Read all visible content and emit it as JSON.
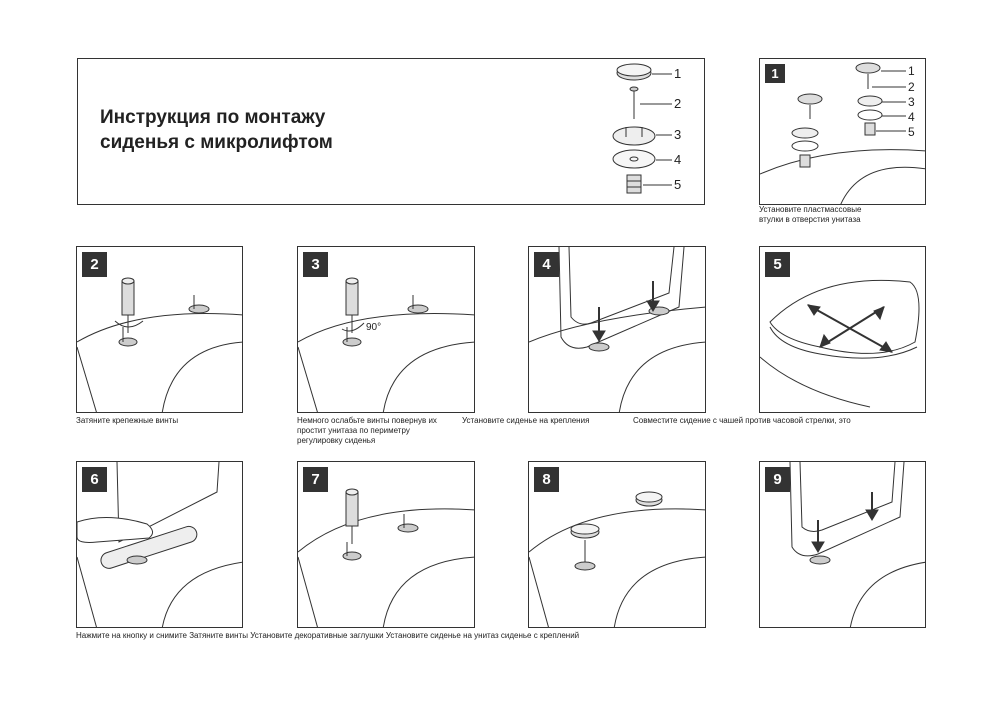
{
  "title": "Инструкция по монтажу\nсиденья с микролифтом",
  "parts": [
    "1",
    "2",
    "3",
    "4",
    "5"
  ],
  "step1_parts": [
    "1",
    "2",
    "3",
    "4",
    "5"
  ],
  "steps": {
    "s1": {
      "num": "1",
      "caption": "Установите пластмассовые\nвтулки в отверстия унитаза"
    },
    "s2": {
      "num": "2",
      "caption": "Затяните крепежные винты"
    },
    "s3": {
      "num": "3",
      "caption": "Немного ослабьте винты повернув их\nпростит   унитаза по периметру\nрегулировку сиденья",
      "angle": "90°"
    },
    "s4": {
      "num": "4",
      "caption": "Установите сиденье на крепления"
    },
    "s5": {
      "num": "5",
      "caption": "Совместите сидение с чашей против часовой стрелки, это"
    },
    "s6": {
      "num": "6"
    },
    "s7": {
      "num": "7"
    },
    "s8": {
      "num": "8"
    },
    "s9": {
      "num": "9"
    }
  },
  "bottom_caption": "Нажмите на кнопку и снимите Затяните винты Установите декоративные заглушки Установите сиденье на унитаз сиденье с креплений",
  "colors": {
    "line": "#333333",
    "badge_bg": "#333333",
    "badge_text": "#ffffff"
  }
}
